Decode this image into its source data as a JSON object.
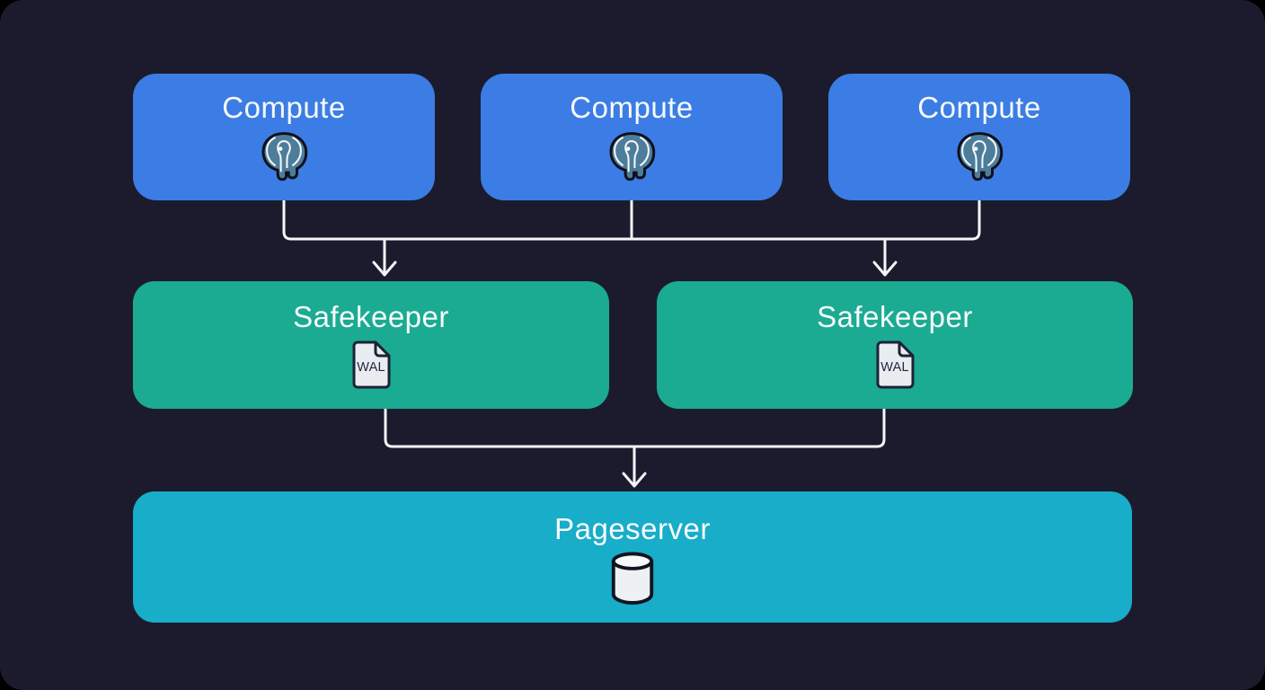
{
  "canvas": {
    "background": "#1c1b2d",
    "connector_color": "#f4f6f9"
  },
  "diagram": {
    "compute_row": {
      "color": "#3b7de4",
      "nodes": [
        {
          "label": "Compute",
          "icon": "postgresql-elephant-icon"
        },
        {
          "label": "Compute",
          "icon": "postgresql-elephant-icon"
        },
        {
          "label": "Compute",
          "icon": "postgresql-elephant-icon"
        }
      ]
    },
    "safekeeper_row": {
      "color": "#1bab92",
      "nodes": [
        {
          "label": "Safekeeper",
          "icon": "wal-file-icon",
          "icon_text": "WAL"
        },
        {
          "label": "Safekeeper",
          "icon": "wal-file-icon",
          "icon_text": "WAL"
        }
      ]
    },
    "pageserver_row": {
      "color": "#18adc8",
      "nodes": [
        {
          "label": "Pageserver",
          "icon": "database-cylinder-icon"
        }
      ]
    }
  }
}
